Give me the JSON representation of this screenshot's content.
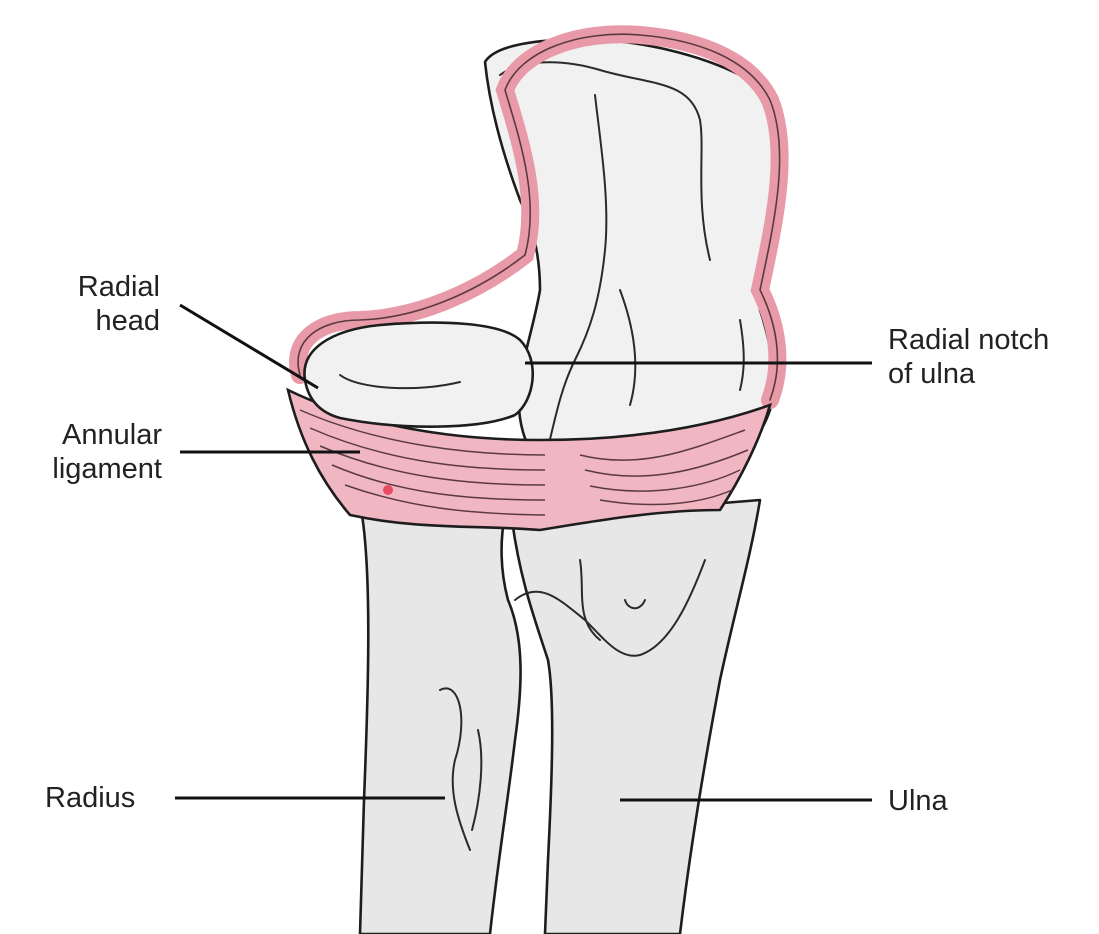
{
  "labels": {
    "radial_head": {
      "line1": "Radial",
      "line2": "head"
    },
    "annular_ligament": {
      "line1": "Annular",
      "line2": "ligament"
    },
    "radius": "Radius",
    "radial_notch": {
      "line1": "Radial notch",
      "line2": "of ulna"
    },
    "ulna": "Ulna"
  },
  "colors": {
    "bone_fill": "#e7e7e7",
    "outline": "#1d1d1d",
    "ligament_pink": "#e89aa9",
    "ligament_stripe": "#5a3a40",
    "text": "#222222"
  }
}
